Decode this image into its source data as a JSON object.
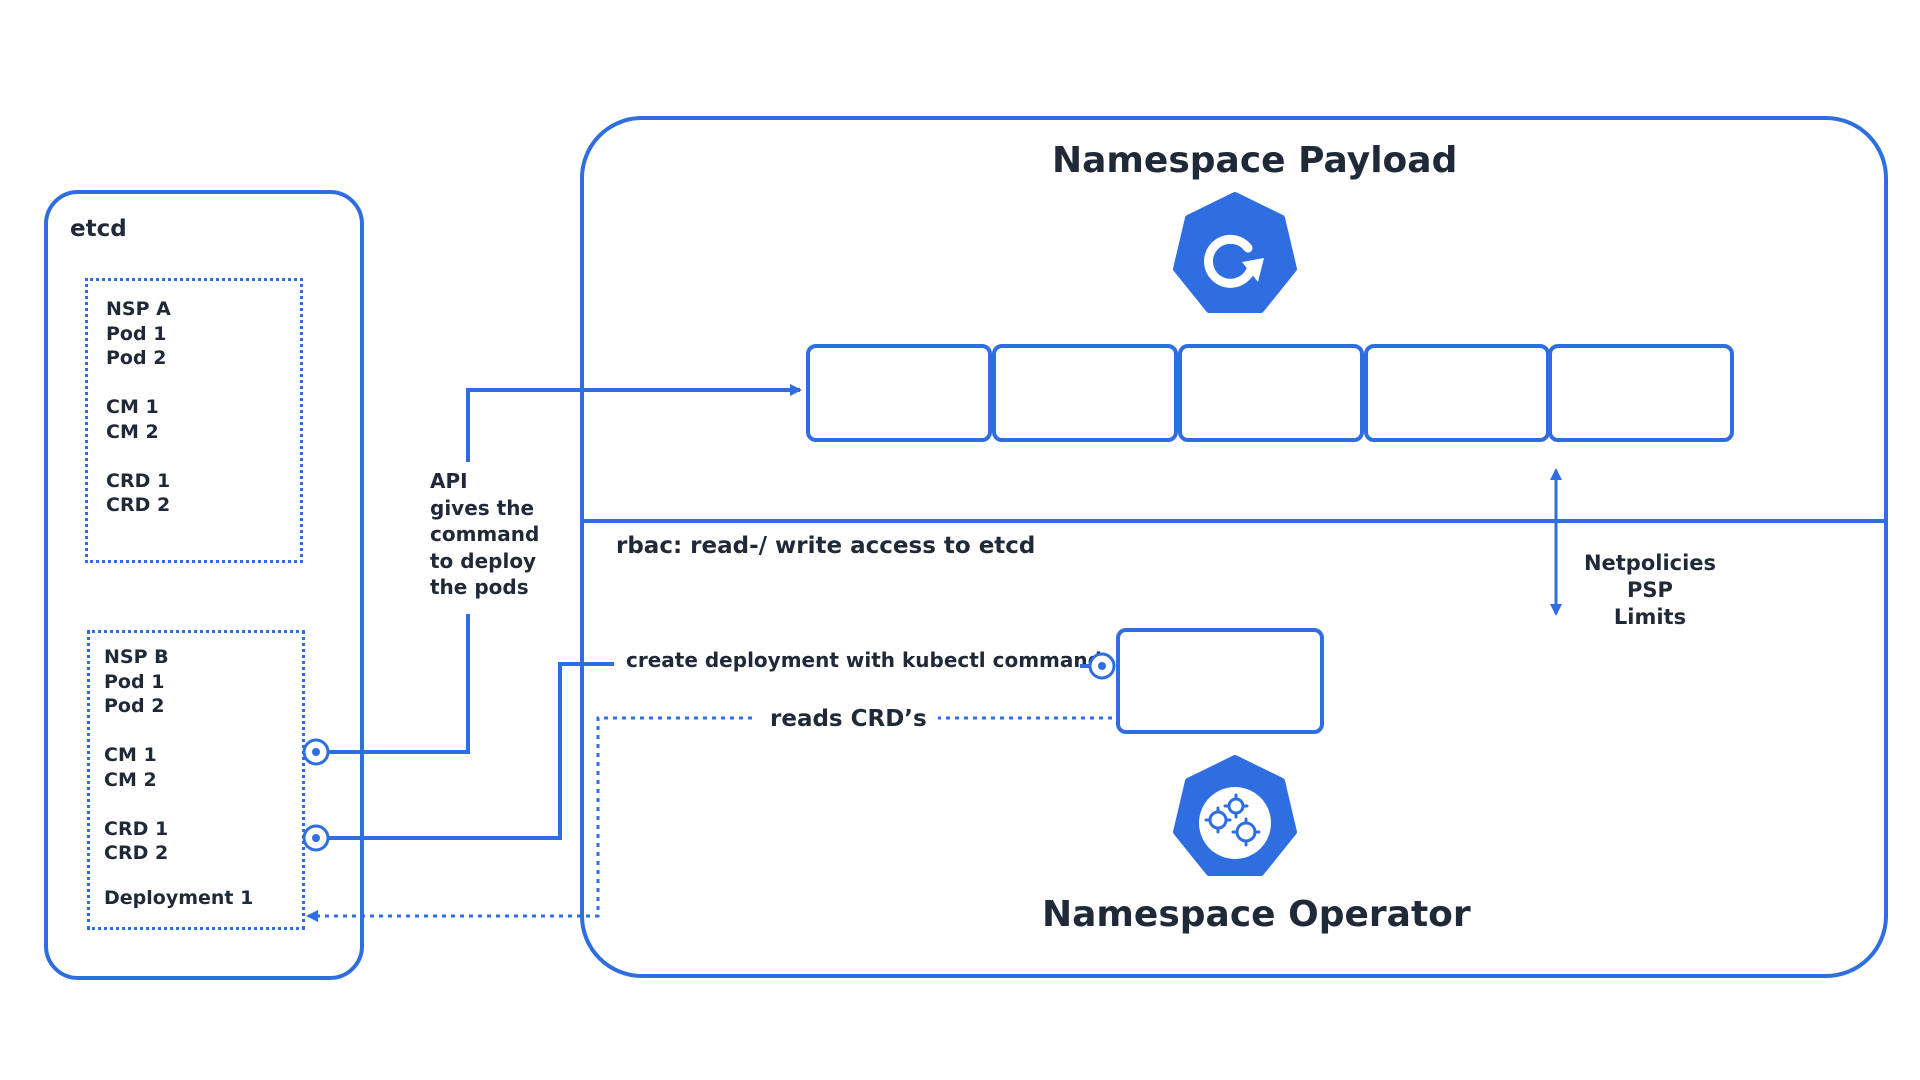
{
  "etcd": {
    "label": "etcd",
    "nsp_a": {
      "name": "NSP A",
      "pods": [
        "Pod 1",
        "Pod 2"
      ],
      "configmaps": [
        "CM 1",
        "CM 2"
      ],
      "crds": [
        "CRD 1",
        "CRD 2"
      ]
    },
    "nsp_b": {
      "name": "NSP B",
      "pods": [
        "Pod 1",
        "Pod 2"
      ],
      "configmaps": [
        "CM 1",
        "CM 2"
      ],
      "crds": [
        "CRD 1",
        "CRD 2"
      ],
      "deployment": "Deployment 1"
    }
  },
  "api_note": {
    "lines": [
      "API",
      "gives the",
      "command",
      "to deploy",
      "the pods"
    ]
  },
  "payload": {
    "title": "Namespace Payload",
    "icon": "kubernetes-refresh-icon",
    "slot_count": 5
  },
  "operator": {
    "title": "Namespace Operator",
    "icon": "kubernetes-gears-icon",
    "rbac": "rbac: read-/ write access to etcd",
    "create_label": "create deployment with kubectl command",
    "reads_label": "reads CRD’s"
  },
  "policies": {
    "lines": [
      "Netpolicies",
      "PSP",
      "Limits"
    ]
  },
  "colors": {
    "accent": "#2f6ee0",
    "text": "#1f2937"
  }
}
